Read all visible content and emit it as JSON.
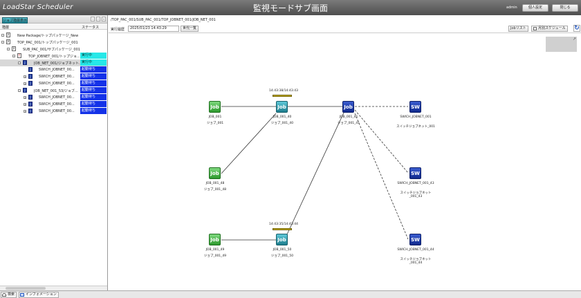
{
  "app": {
    "logo": "LoadStar Scheduler",
    "title": "監視モードサブ画面",
    "user": "admin",
    "settings_btn": "個人設定",
    "close_btn": "閉じる"
  },
  "tree": {
    "header": "ジョブ階層表示",
    "col_level": "階層",
    "col_status": "ステータス",
    "rows": [
      {
        "label": "New Package/トップパッケージ_New",
        "status": ""
      },
      {
        "label": "TOP_PAC_001/トップパッケージ_001",
        "status": ""
      },
      {
        "label": "SUB_PAC_001/サブパッケージ_001",
        "status": ""
      },
      {
        "label": "TOP_JOBNET_001/トップジョ...",
        "status": "実行中"
      },
      {
        "label": "JOB_NET_001/ジョブネット...",
        "status": "実行中"
      },
      {
        "label": "SWICH_JOBNET_00...",
        "status": "起動待ち"
      },
      {
        "label": "SWICH_JOBNET_00...",
        "status": "起動待ち"
      },
      {
        "label": "SWICH_JOBNET_00...",
        "status": "起動待ち"
      },
      {
        "label": "JOB_NET_001_53/ジョブ...",
        "status": "起動待ち"
      },
      {
        "label": "SWICH_JOBNET_00...",
        "status": "起動待ち"
      },
      {
        "label": "SWICH_JOBNET_00...",
        "status": "起動待ち"
      },
      {
        "label": "SWICH_JOBNET_00...",
        "status": "起動待ち"
      }
    ]
  },
  "main": {
    "path": "/TOP_PAC_001/SUB_PAC_001/TOP_JOBNET_001/JOB_NET_001",
    "history_label": "実行履歴",
    "history_value": "2025/01/23 14:43:29",
    "generation_btn": "世代一覧",
    "joblist_btn": "Jobリスト",
    "monthly_btn": "月別スケジュール"
  },
  "nodes": {
    "job001": {
      "icon": "Job",
      "name": "JOB_001",
      "sub": "ジョブ_001"
    },
    "job040": {
      "icon": "Job",
      "name": "JOB_001_40",
      "sub": "ジョブ_001_40",
      "time": "14:43:38/14:43:43"
    },
    "job041": {
      "icon": "Job",
      "name": "JOB_001_41",
      "sub": "ジョブ_001_41"
    },
    "job048": {
      "icon": "Job",
      "name": "JOB_001_48",
      "sub": "ジョブ_001_48"
    },
    "job049": {
      "icon": "Job",
      "name": "JOB_001_49",
      "sub": "ジョブ_001_49"
    },
    "job050": {
      "icon": "Job",
      "name": "JOB_001_50",
      "sub": "ジョブ_001_50",
      "time": "14:43:35/14:43:44"
    },
    "sw1": {
      "icon": "SW",
      "name": "SWICH_JOBNET_001",
      "sub": "スイッチジョブネット_001"
    },
    "sw43": {
      "icon": "SW",
      "name": "SWICH_JOBNET_001_43",
      "sub": "スイッチジョブネット_001_43"
    },
    "sw44": {
      "icon": "SW",
      "name": "SWICH_JOBNET_001_44",
      "sub": "スイッチジョブネット_001_44"
    }
  },
  "bottom": {
    "search_tab": "検索",
    "info_tab": "インフォメーション"
  },
  "colors": {
    "running": "#26e8e8",
    "waiting": "#1432e8"
  }
}
